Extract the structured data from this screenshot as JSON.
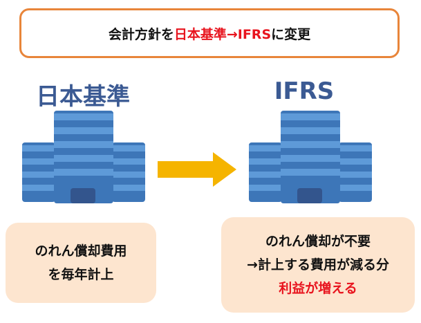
{
  "title": {
    "prefix": "会計方針を",
    "highlight": "日本基準→IFRS",
    "suffix": "に変更"
  },
  "left": {
    "heading": "日本基準",
    "note_lines": [
      "のれん償却費用",
      "を毎年計上"
    ]
  },
  "right": {
    "heading": "IFRS",
    "note_lines": [
      "のれん償却が不要",
      "→計上する費用が減る分"
    ],
    "note_highlight": "利益が増える"
  },
  "colors": {
    "title_border": "#e8853a",
    "highlight": "#e8141e",
    "heading": "#3b5a93",
    "arrow": "#f5b400",
    "note_bg": "#fde5cf",
    "building_light": "#5e9ad8",
    "building_dark": "#3d76b8",
    "door": "#33558d"
  },
  "icons": {
    "building": "office-building-icon",
    "arrow": "right-arrow-icon"
  }
}
